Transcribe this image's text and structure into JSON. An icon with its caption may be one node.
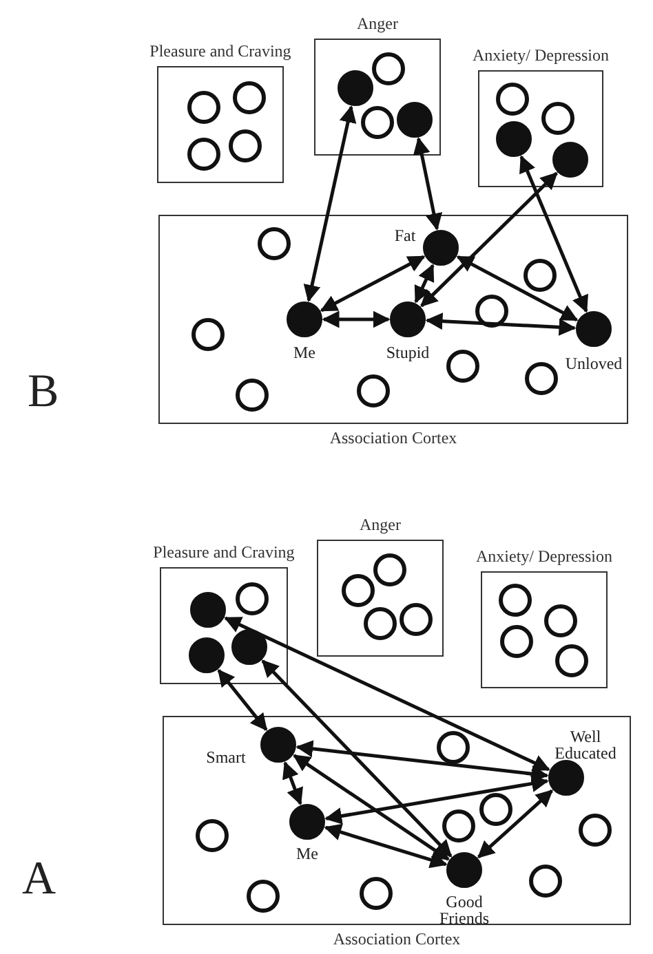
{
  "diagram": {
    "nodes": [
      {
        "text": [
          "Pleasure and Craving"
        ]
      },
      {
        "text": [],
        "shape": "circle",
        "in": 0
      },
      {
        "text": [],
        "shape": "circle",
        "in": 0
      },
      {
        "text": [],
        "shape": "circle",
        "in": 0
      },
      {
        "text": [],
        "shape": "circle",
        "in": 0
      },
      {
        "text": [
          "Anger"
        ]
      },
      {
        "text": [],
        "shape": "dot",
        "in": 5
      },
      {
        "text": [],
        "shape": "circle",
        "in": 5
      },
      {
        "text": [],
        "shape": "circle",
        "in": 5
      },
      {
        "text": [],
        "shape": "dot",
        "in": 5
      },
      {
        "text": [
          "Anxiety/ Depression"
        ]
      },
      {
        "text": [],
        "shape": "circle",
        "in": 10
      },
      {
        "text": [],
        "shape": "circle",
        "in": 10
      },
      {
        "text": [],
        "shape": "dot",
        "in": 10
      },
      {
        "text": [],
        "shape": "dot",
        "in": 10
      },
      {
        "text": [
          "Association Cortex"
        ]
      },
      {
        "text": [],
        "shape": "circle",
        "in": 15
      },
      {
        "text": [
          "Fat"
        ],
        "in": 15
      },
      {
        "text": [],
        "shape": "circle",
        "in": 15
      },
      {
        "text": [],
        "shape": "circle",
        "in": 15
      },
      {
        "text": [
          "Me"
        ],
        "in": 15
      },
      {
        "text": [
          "Stupid"
        ],
        "in": 15
      },
      {
        "text": [],
        "shape": "circle",
        "in": 15
      },
      {
        "text": [
          "Unloved"
        ],
        "in": 15
      },
      {
        "text": [],
        "shape": "circle",
        "in": 15
      },
      {
        "text": [],
        "shape": "circle",
        "in": 15
      },
      {
        "text": [],
        "shape": "circle",
        "in": 15
      },
      {
        "text": [],
        "shape": "circle",
        "in": 15
      },
      {
        "text": [
          "Pleasure and Craving"
        ]
      },
      {
        "text": [],
        "shape": "dot",
        "in": 28
      },
      {
        "text": [],
        "shape": "circle",
        "in": 28
      },
      {
        "text": [],
        "shape": "dot",
        "in": 28
      },
      {
        "text": [],
        "shape": "dot",
        "in": 28
      },
      {
        "text": [
          "Anger"
        ]
      },
      {
        "text": [],
        "shape": "circle",
        "in": 33
      },
      {
        "text": [],
        "shape": "circle",
        "in": 33
      },
      {
        "text": [],
        "shape": "circle",
        "in": 33
      },
      {
        "text": [],
        "shape": "circle",
        "in": 33
      },
      {
        "text": [
          "Anxiety/ Depression"
        ]
      },
      {
        "text": [],
        "shape": "circle",
        "in": 38
      },
      {
        "text": [],
        "shape": "circle",
        "in": 38
      },
      {
        "text": [],
        "shape": "circle",
        "in": 38
      },
      {
        "text": [],
        "shape": "circle",
        "in": 38
      },
      {
        "text": [
          "Association Cortex"
        ]
      },
      {
        "text": [],
        "shape": "circle",
        "in": 43
      },
      {
        "text": [
          "Smart"
        ],
        "in": 43
      },
      {
        "text": [
          "Well Educated"
        ],
        "in": 43
      },
      {
        "text": [],
        "shape": "circle",
        "in": 43
      },
      {
        "text": [],
        "shape": "circle",
        "in": 43
      },
      {
        "text": [
          "Me"
        ],
        "in": 43
      },
      {
        "text": [],
        "shape": "circle",
        "in": 43
      },
      {
        "text": [],
        "shape": "circle",
        "in": 43
      },
      {
        "text": [
          "Good Friends"
        ],
        "in": 43
      },
      {
        "text": [],
        "shape": "circle",
        "in": 43
      },
      {
        "text": [],
        "shape": "circle",
        "in": 43
      },
      {
        "text": [],
        "shape": "circle",
        "in": 43
      }
    ],
    "edges": [
      {
        "from": 20,
        "to": 6,
        "arrow": "both"
      },
      {
        "from": 17,
        "to": 9,
        "arrow": "both"
      },
      {
        "from": 20,
        "to": 17,
        "arrow": "both"
      },
      {
        "from": 20,
        "to": 21,
        "arrow": "both"
      },
      {
        "from": 21,
        "to": 17,
        "arrow": "both"
      },
      {
        "from": 21,
        "to": 23,
        "arrow": "both"
      },
      {
        "from": 21,
        "to": 14,
        "arrow": "both"
      },
      {
        "from": 17,
        "to": 23,
        "arrow": "both"
      },
      {
        "from": 23,
        "to": 13,
        "arrow": "both"
      },
      {
        "from": 29,
        "to": 46,
        "arrow": "both"
      },
      {
        "from": 31,
        "to": 45,
        "arrow": "both"
      },
      {
        "from": 32,
        "to": 52,
        "arrow": "both"
      },
      {
        "from": 45,
        "to": 46,
        "arrow": "both"
      },
      {
        "from": 45,
        "to": 49,
        "arrow": "both"
      },
      {
        "from": 45,
        "to": 52,
        "arrow": "both"
      },
      {
        "from": 49,
        "to": 46,
        "arrow": "both"
      },
      {
        "from": 49,
        "to": 52,
        "arrow": "both"
      },
      {
        "from": 52,
        "to": 46,
        "arrow": "both"
      }
    ],
    "labels": [
      "B",
      "A"
    ]
  }
}
